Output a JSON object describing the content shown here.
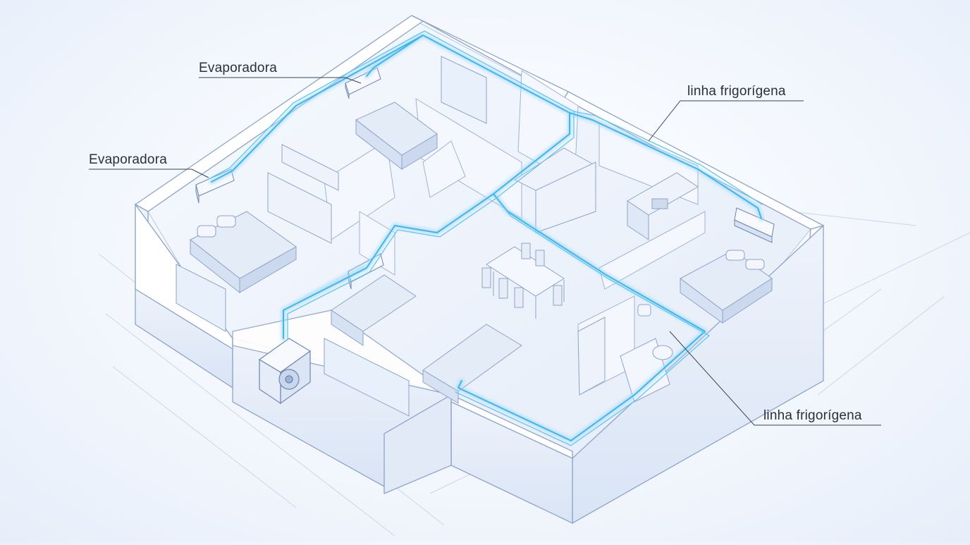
{
  "labels": {
    "evaporadora_top": "Evaporadora",
    "evaporadora_left": "Evaporadora",
    "linha_top": "linha frigorígena",
    "linha_bottom": "linha frigorígena"
  },
  "colors": {
    "wall_top": "#ffffff",
    "wall_side": "#e6edf8",
    "wall_edge": "#8ea4c8",
    "floor": "#eef3fb",
    "pipe": "#3fb6ee",
    "pipe_glow": "#a8dcf7",
    "furniture": "#dbe5f4"
  }
}
